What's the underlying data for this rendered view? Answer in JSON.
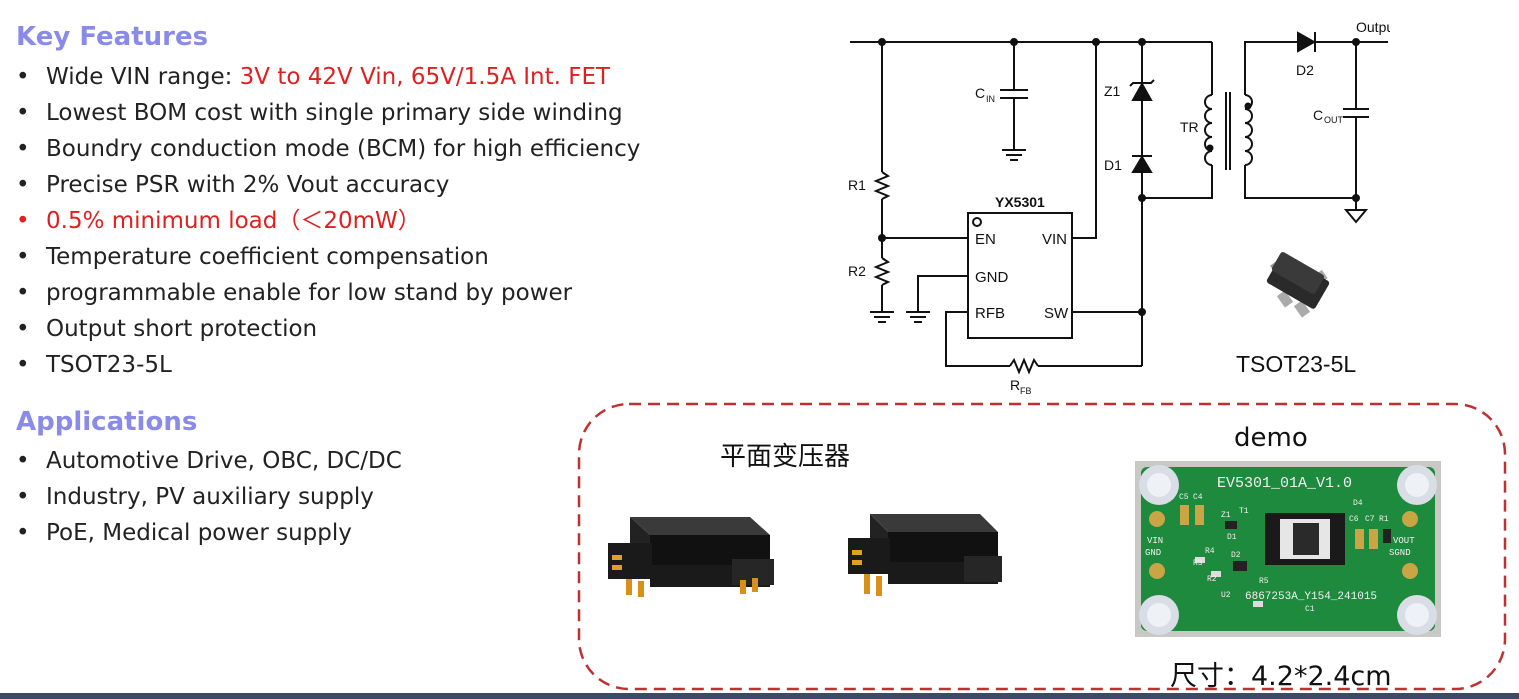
{
  "key_features": {
    "title": "Key Features",
    "items": [
      {
        "prefix": "Wide VIN range: ",
        "highlight": "3V to 42V Vin, 65V/1.5A Int. FET"
      },
      {
        "text": "Lowest BOM cost with single primary side winding"
      },
      {
        "text": "Boundry conduction mode (BCM) for high efficiency"
      },
      {
        "text": "Precise PSR with 2% Vout accuracy"
      },
      {
        "text": "0.5% minimum load（＜20mW）",
        "color": "#e02020"
      },
      {
        "text": "Temperature coefficient compensation"
      },
      {
        "text": "programmable enable for low stand by power"
      },
      {
        "text": "Output short protection"
      },
      {
        "text": "TSOT23-5L"
      }
    ]
  },
  "applications": {
    "title": "Applications",
    "items": [
      "Automotive Drive, OBC, DC/DC",
      "Industry, PV auxiliary supply",
      "PoE, Medical power supply"
    ]
  },
  "schematic": {
    "ic_name": "YX5301",
    "pins_left": [
      "EN",
      "GND",
      "RFB"
    ],
    "pins_right": [
      "VIN",
      "SW"
    ],
    "output_label": "Output",
    "cin_label": "C",
    "cin_sub": "IN",
    "cout_label": "C",
    "cout_sub": "OUT",
    "rfb_label": "R",
    "rfb_sub": "FB",
    "labels": {
      "r1": "R1",
      "r2": "R2",
      "z1": "Z1",
      "d1": "D1",
      "d2": "D2",
      "tr": "TR"
    }
  },
  "package_caption": "TSOT23-5L",
  "transformer_caption": "平面变压器",
  "demo_caption": "demo",
  "size_caption": "尺寸：4.2*2.4cm",
  "pcb": {
    "title": "EV5301_01A_V1.0",
    "bottom_code": "6867253A_Y154_241015",
    "left_labels": [
      "VIN",
      "GND"
    ],
    "right_labels": [
      "VOUT",
      "SGND"
    ],
    "parts": [
      "C5",
      "C4",
      "Z1",
      "T1",
      "D1",
      "R4",
      "R3",
      "R2",
      "U2",
      "R5",
      "C1",
      "C6",
      "C7",
      "R1",
      "D4",
      "D2"
    ]
  },
  "colors": {
    "heading": "#8a8ae8",
    "highlight": "#e02020",
    "dashed_frame": "#c03030",
    "pcb": "#1e8a3e"
  }
}
